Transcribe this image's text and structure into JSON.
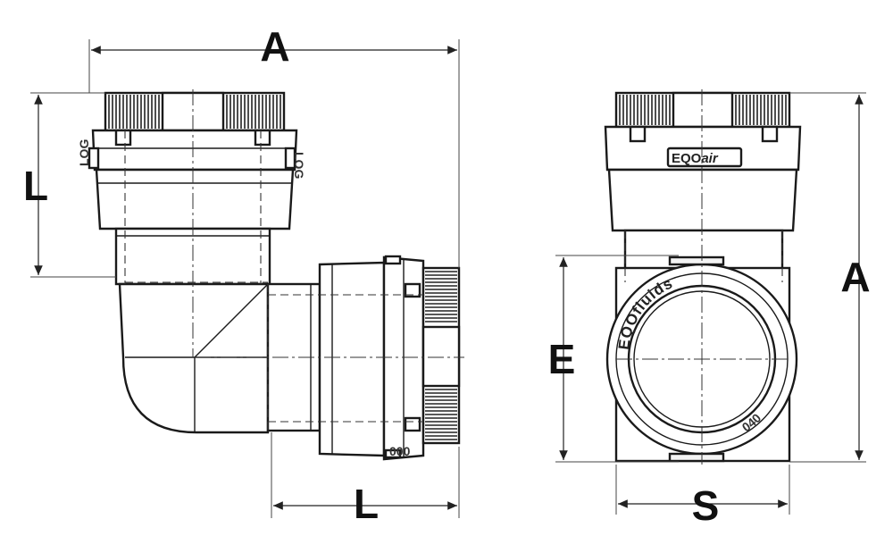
{
  "diagram": {
    "labels": {
      "left_A": "A",
      "left_L_vertical": "L",
      "left_L_horizontal": "L",
      "right_E": "E",
      "right_S": "S",
      "right_A": "A"
    },
    "markings": {
      "brand_prefix": "EQO",
      "brand_suffix": "air",
      "ring_brand": "EQOfluids",
      "size_mark": "040",
      "side_tag": "LOG",
      "small_tag": "000"
    }
  }
}
